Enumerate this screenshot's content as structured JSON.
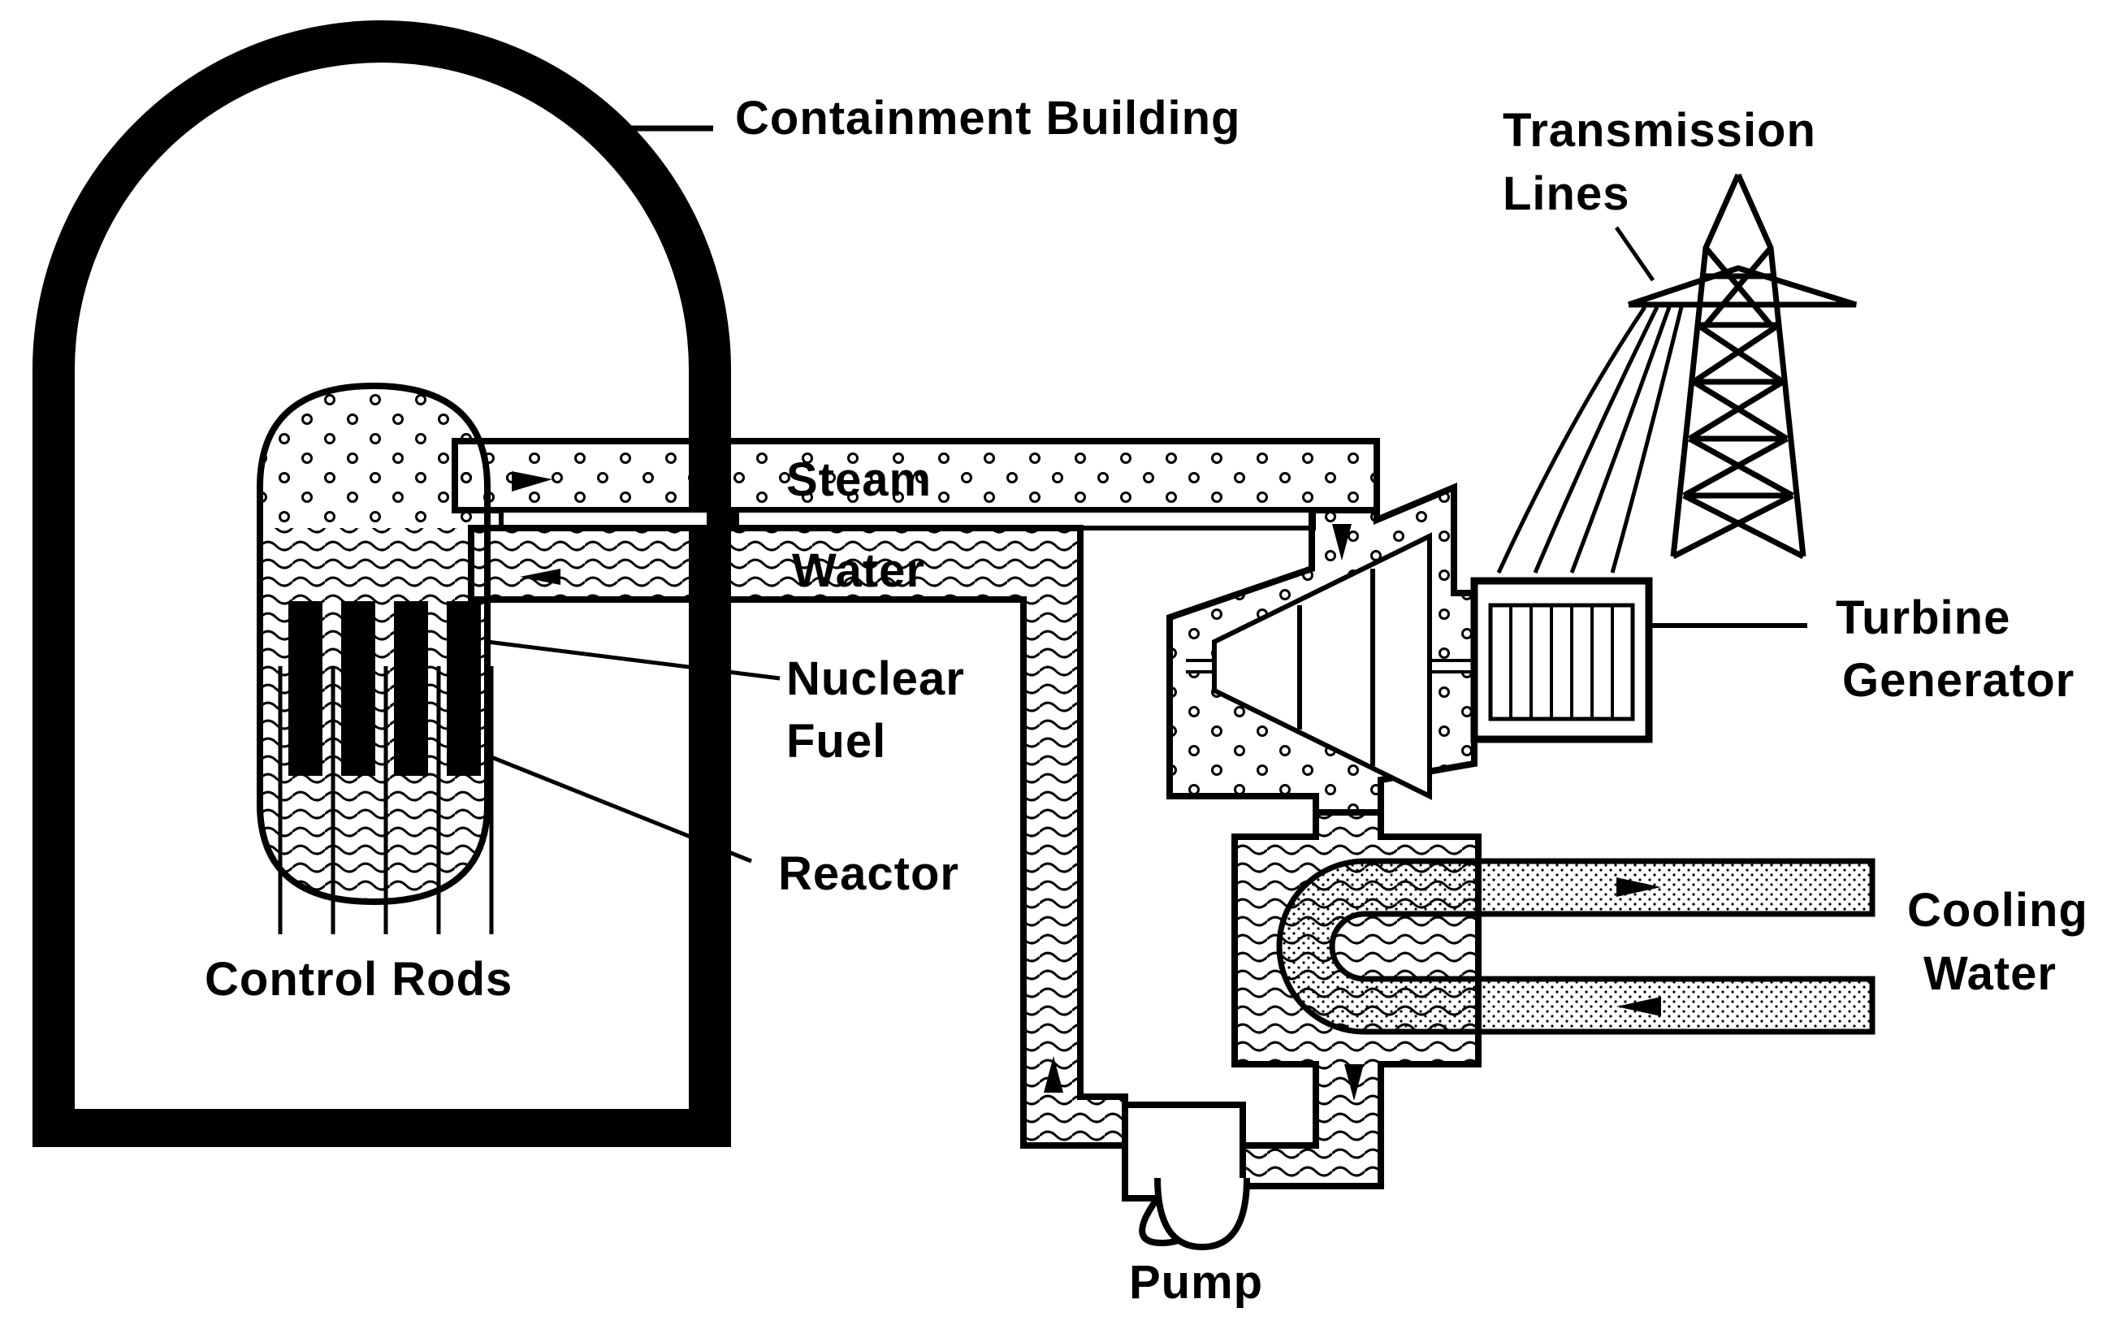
{
  "labels": {
    "containment_building": "Containment Building",
    "transmission_lines_1": "Transmission",
    "transmission_lines_2": "Lines",
    "steam": "Steam",
    "water": "Water",
    "nuclear_fuel_1": "Nuclear",
    "nuclear_fuel_2": "Fuel",
    "reactor": "Reactor",
    "control_rods": "Control Rods",
    "turbine_generator_1": "Turbine",
    "turbine_generator_2": "Generator",
    "cooling_water_1": "Cooling",
    "cooling_water_2": "Water",
    "pump": "Pump"
  },
  "colors": {
    "ink": "#000000",
    "paper": "#ffffff"
  }
}
